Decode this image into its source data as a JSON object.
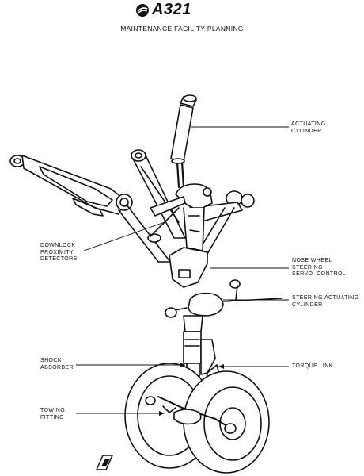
{
  "header": {
    "brand": "A321",
    "subtitle": "MAINTENANCE FACILITY PLANNING"
  },
  "callouts": {
    "actuating_cylinder": "ACTUATING\nCYLINDER",
    "downlock_detectors": "DOWNLOCK\nPROXIMITY\nDETECTORS",
    "nose_wheel_steering": "NOSE WHEEL\nSTEERING\nSERVO  CONTROL",
    "steering_actuating_cylinder": "STEERING ACTUATING\nCYLINDER",
    "shock_absorber": "SHOCK\nABSORBER",
    "torque_link": "TORQUE LINK",
    "towing_fitting": "TOWING\nFITTING"
  },
  "icons": {
    "logo": "airbus-swirl-logo",
    "footer": "page-marker-icon"
  }
}
